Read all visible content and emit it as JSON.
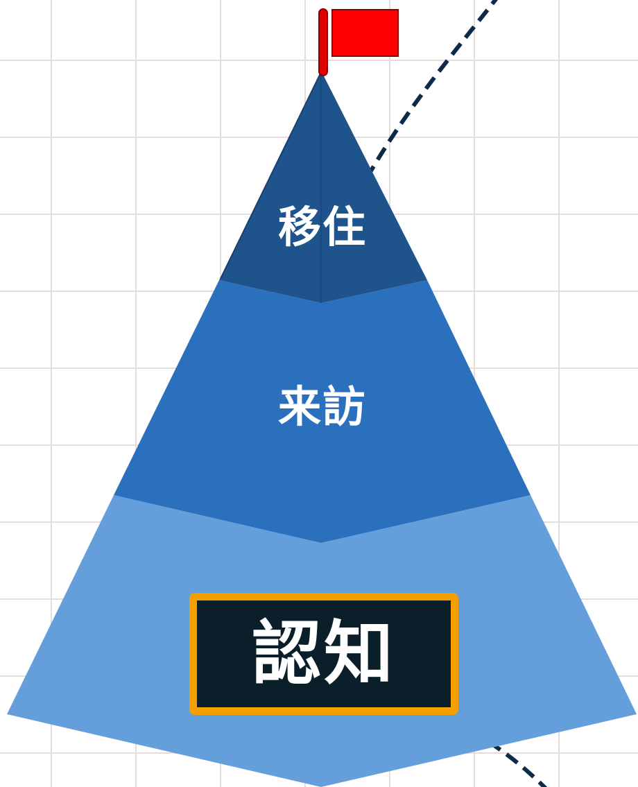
{
  "pyramid": {
    "tiers": [
      {
        "label": "移住",
        "color": "#1f538c"
      },
      {
        "label": "来訪",
        "color": "#2b70bc"
      },
      {
        "label": "認知",
        "color": "#649fdc"
      }
    ],
    "highlighted_tier": "認知"
  },
  "flag": {
    "color": "#ff0000",
    "pole_color": "#e00000"
  },
  "path": {
    "style": "dashed",
    "color": "#0d2a4a"
  },
  "highlight_box": {
    "border_color": "#f5a000",
    "fill_color": "#0b1f2a"
  }
}
